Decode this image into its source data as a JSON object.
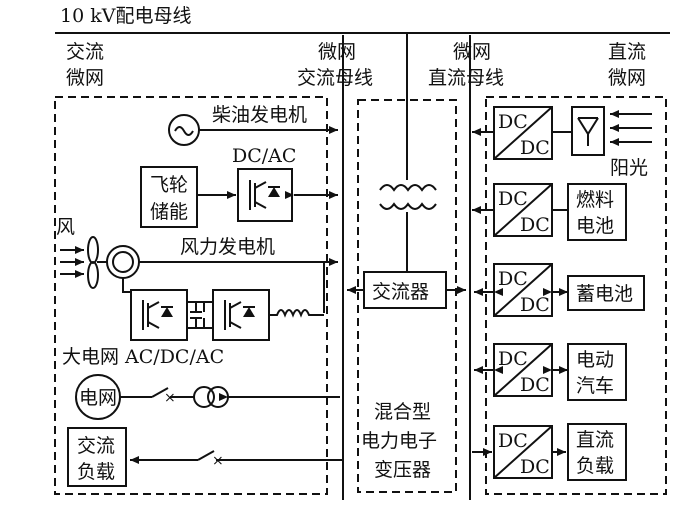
{
  "title": "10 kV配电母线",
  "regions": {
    "ac_microgrid": [
      "交流",
      "微网"
    ],
    "ac_bus": [
      "微网",
      "交流母线"
    ],
    "dc_bus": [
      "微网",
      "直流母线"
    ],
    "dc_microgrid": [
      "直流",
      "微网"
    ]
  },
  "ac_side": {
    "diesel": "柴油发电机",
    "dcac": "DC/AC",
    "flywheel": [
      "飞轮",
      "储能"
    ],
    "wind": "风",
    "wind_gen": "风力发电机",
    "grid_conv": "大电网 AC/DC/AC",
    "grid": "电网",
    "ac_load": [
      "交流",
      "负载"
    ]
  },
  "center": {
    "converter": "交流器",
    "transformer": [
      "混合型",
      "电力电子",
      "变压器"
    ]
  },
  "dc_side": {
    "dc_label": "DC",
    "solar": "阳光",
    "fuel_cell": [
      "燃料",
      "电池"
    ],
    "battery": "蓄电池",
    "ev": [
      "电动",
      "汽车"
    ],
    "dc_load": [
      "直流",
      "负载"
    ]
  }
}
